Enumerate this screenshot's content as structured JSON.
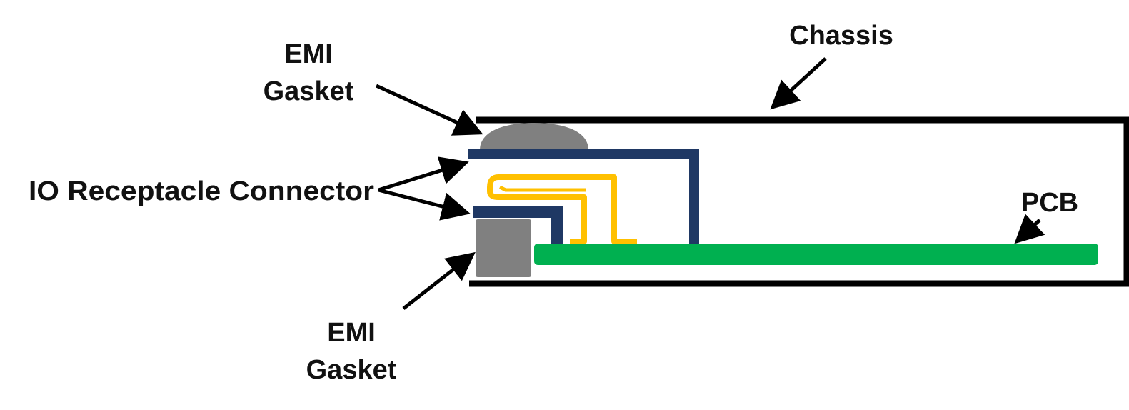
{
  "labels": {
    "chassis": "Chassis",
    "emi_gasket_top_line1": "EMI",
    "emi_gasket_top_line2": "Gasket",
    "io_receptacle_connector": "IO Receptacle Connector",
    "pcb": "PCB",
    "emi_gasket_bottom_line1": "EMI",
    "emi_gasket_bottom_line2": "Gasket"
  },
  "colors": {
    "chassis": "#000000",
    "emi_gasket": "#808080",
    "connector_shell": "#1f3864",
    "contact_pins": "#ffc000",
    "pcb": "#00b050",
    "arrow": "#000000",
    "text": "#111111"
  }
}
